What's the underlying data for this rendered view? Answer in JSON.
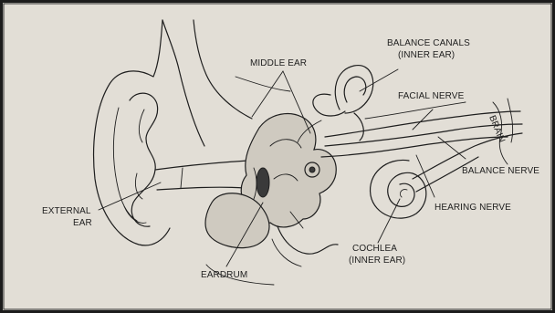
{
  "labels": {
    "balance_canals_1": "BALANCE CANALS",
    "balance_canals_2": "(INNER EAR)",
    "middle_ear": "MIDDLE EAR",
    "facial_nerve": "FACIAL NERVE",
    "brain": "BRAIN",
    "balance_nerve": "BALANCE NERVE",
    "hearing_nerve": "HEARING NERVE",
    "external_ear_1": "EXTERNAL",
    "external_ear_2": "EAR",
    "eardrum": "EARDRUM",
    "cochlea_1": "COCHLEA",
    "cochlea_2": "(INNER EAR)"
  }
}
